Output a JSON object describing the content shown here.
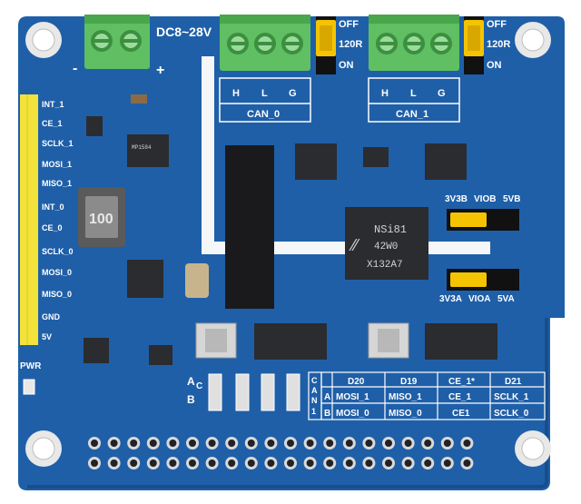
{
  "board": {
    "power_label": "DC8~28V",
    "minus_sign": "-",
    "plus_sign": "+",
    "can0": {
      "title": "CAN_0",
      "pins": [
        "H",
        "L",
        "G"
      ]
    },
    "can1": {
      "title": "CAN_1",
      "pins": [
        "H",
        "L",
        "G"
      ]
    },
    "switch": {
      "off": "OFF",
      "r120": "120R",
      "on": "ON"
    },
    "left_header_pins": [
      "INT_1",
      "CE_1",
      "SCLK_1",
      "MOSI_1",
      "MISO_1",
      "INT_0",
      "CE_0",
      "SCLK_0",
      "MOSI_0",
      "MISO_0",
      "GND",
      "5V"
    ],
    "pwr_label": "PWR",
    "inductor_text": "100",
    "isolator_chip": {
      "line1": "NSi81",
      "line2": "42W0",
      "line3": "X132A7"
    },
    "jumper_b": {
      "left": "3V3B",
      "mid": "VIOB",
      "right": "5VB"
    },
    "jumper_a": {
      "left": "3V3A",
      "mid": "VIOA",
      "right": "5VA"
    },
    "ab_labels": [
      "A",
      "C",
      "B"
    ],
    "can_side_label": [
      "C",
      "A",
      "N",
      "1"
    ],
    "pin_table": {
      "headers": [
        "D20",
        "D19",
        "CE_1*",
        "D21"
      ],
      "row_a_label": "A",
      "row_b_label": "B",
      "row_a": [
        "MOSI_1",
        "MISO_1",
        "CE_1",
        "SCLK_1"
      ],
      "row_b": [
        "MOSI_0",
        "MISO_0",
        "CE1",
        "SCLK_0"
      ]
    },
    "colors": {
      "pcb": "#1f5fa8",
      "pcb_dark": "#174d8c",
      "terminal": "#5fbf62",
      "header": "#f2e23a",
      "jumper": "#f4c400",
      "chip": "#2a2c30"
    }
  }
}
